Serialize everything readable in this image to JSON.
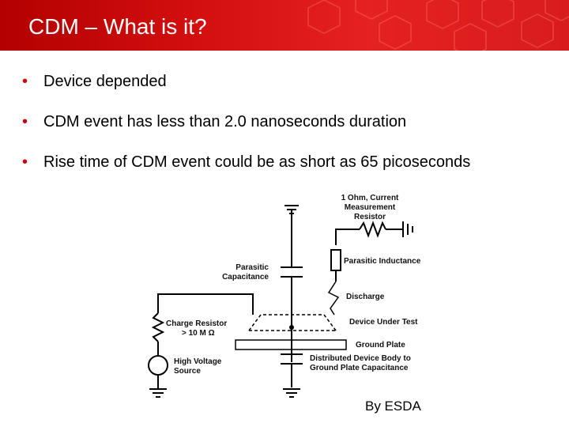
{
  "slide": {
    "title": "CDM – What is it?",
    "accent_color": "#cc0000",
    "bullets": [
      "Device depended",
      "CDM event has less than 2.0 nanoseconds duration",
      "Rise time of CDM event could be as short as 65 picoseconds"
    ],
    "bullet_glyph": "•",
    "credit": "By ESDA"
  },
  "diagram": {
    "resistor_label_1": "1 Ohm, Current",
    "resistor_label_2": "Measurement",
    "resistor_label_3": "Resistor",
    "parasitic_inductance": "Parasitic Inductance",
    "parasitic_capacitance_1": "Parasitic",
    "parasitic_capacitance_2": "Capacitance",
    "discharge": "Discharge",
    "charge_resistor_1": "Charge Resistor",
    "charge_resistor_2": "> 10 M Ω",
    "device_under_test": "Device Under Test",
    "ground_plate": "Ground Plate",
    "high_voltage_1": "High Voltage",
    "high_voltage_2": "Source",
    "distributed_1": "Distributed Device Body to",
    "distributed_2": "Ground Plate Capacitance"
  }
}
